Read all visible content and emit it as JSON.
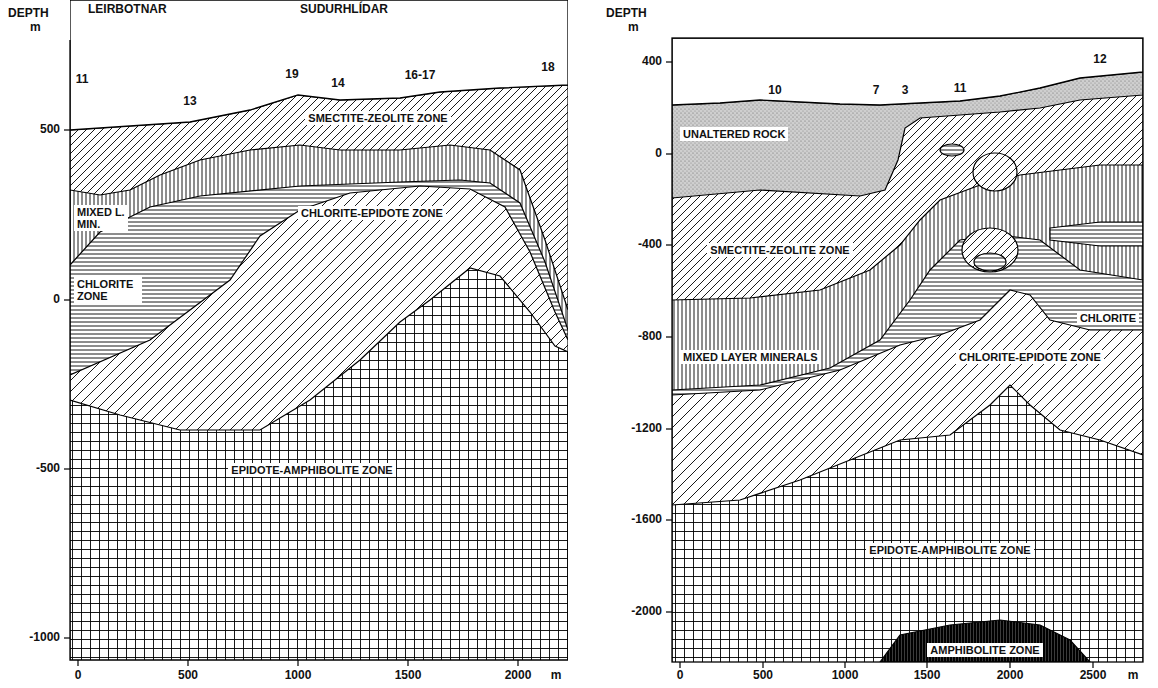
{
  "diagram": {
    "labels": [
      "DEPTH",
      "m",
      "LEIRBOTNAR",
      "SUDURHLÍDAR",
      "11",
      "13",
      "19",
      "14",
      "16-17",
      "18",
      "SMECTITE-ZEOLITE ZONE",
      "MIXED L. MIN.",
      "CHLORITE ZONE",
      "CHLORITE-EPIDOTE ZONE",
      "EPIDOTE-AMPHIBOLITE ZONE",
      "500",
      "0",
      "-500",
      "-1000",
      "0",
      "500",
      "1000",
      "1500",
      "2000",
      "m",
      "DEPTH",
      "m",
      "400",
      "0",
      "-400",
      "-800",
      "-1200",
      "-1600",
      "-2000",
      "10",
      "7",
      "3",
      "11",
      "12",
      "UNALTERED ROCK",
      "SMECTITE-ZEOLITE ZONE",
      "MIXED LAYER MINERALS",
      "CHLORITE",
      "CHLORITE-EPIDOTE ZONE",
      "EPIDOTE-AMPHIBOLITE ZONE",
      "AMPHIBOLITE ZONE",
      "0",
      "500",
      "1000",
      "1500",
      "2000",
      "2500",
      "m"
    ]
  }
}
